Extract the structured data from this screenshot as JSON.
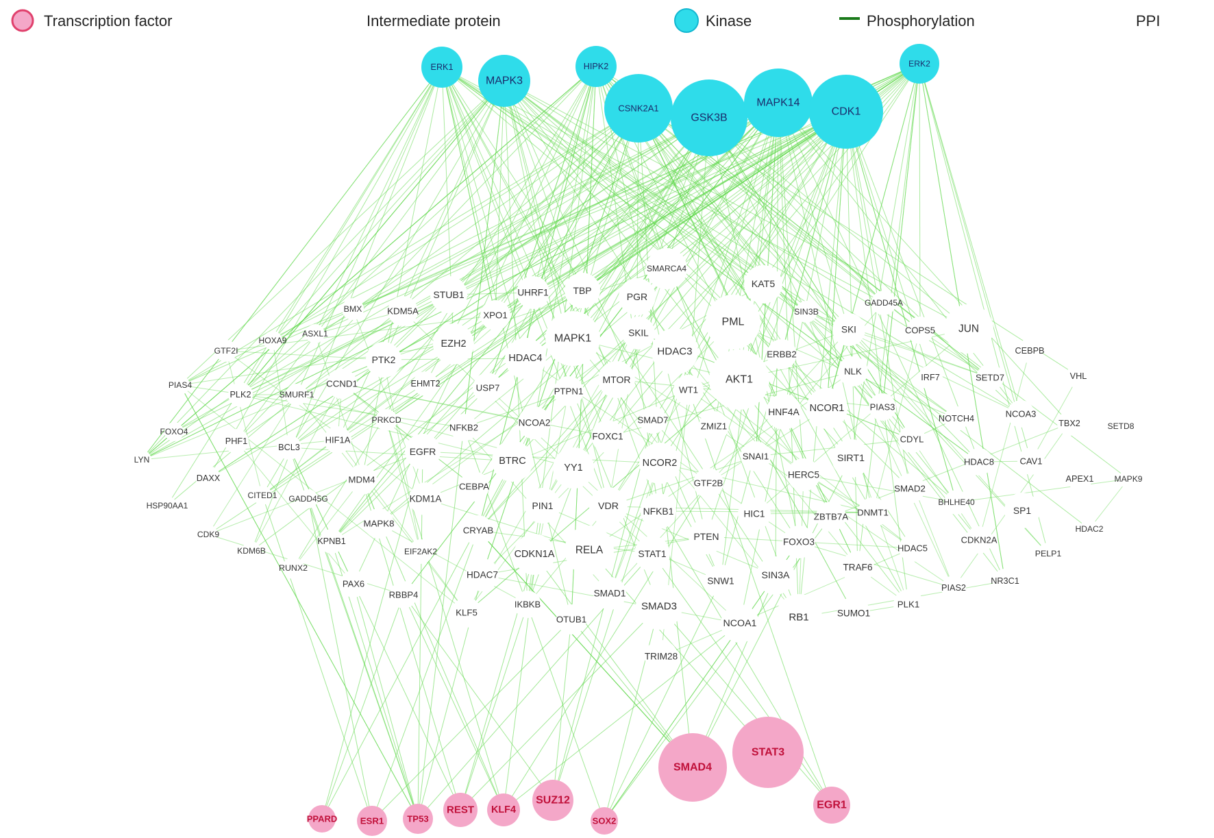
{
  "legend": {
    "transcription_factor": "Transcription factor",
    "intermediate_protein": "Intermediate protein",
    "kinase": "Kinase",
    "phosphorylation": "Phosphorylation",
    "ppi": "PPI"
  },
  "colors": {
    "kinase": "#2fdcea",
    "transcription_factor": "#f4a7c8",
    "tf_text": "#c0103a",
    "intermediate": "#ffffff",
    "edge": "#62d84e",
    "phosphorylation_line": "#1a7a1a"
  },
  "nodes": {
    "kinases": [
      "ERK1",
      "MAPK3",
      "HIPK2",
      "CSNK2A1",
      "GSK3B",
      "MAPK14",
      "CDK1",
      "ERK2"
    ],
    "transcription_factors": [
      "PPARD",
      "ESR1",
      "TP53",
      "REST",
      "KLF4",
      "SUZ12",
      "SOX2",
      "SMAD4",
      "STAT3",
      "EGR1"
    ],
    "intermediates": [
      "SMARCA4",
      "STUB1",
      "UHRF1",
      "TBP",
      "PGR",
      "KAT5",
      "GADD45A",
      "BMX",
      "KDM5A",
      "XPO1",
      "MAPK1",
      "SKIL",
      "PML",
      "SIN3B",
      "SKI",
      "COPS5",
      "JUN",
      "GTF2I",
      "HOXA9",
      "ASXL1",
      "PTK2",
      "EZH2",
      "HDAC4",
      "HDAC3",
      "ERBB2",
      "CEBPB",
      "VHL",
      "PIAS4",
      "PLK2",
      "SMURF1",
      "CCND1",
      "EHMT2",
      "USP7",
      "PTPN1",
      "MTOR",
      "WT1",
      "AKT1",
      "NLK",
      "IRF7",
      "SETD7",
      "FOXO4",
      "PRKCD",
      "NFKB2",
      "NCOA2",
      "SMAD7",
      "ZMIZ1",
      "HNF4A",
      "NCOR1",
      "PIAS3",
      "NOTCH4",
      "NCOA3",
      "TBX2",
      "SETD8",
      "LYN",
      "PHF1",
      "BCL3",
      "HIF1A",
      "EGFR",
      "FOXC1",
      "CDYL",
      "DAXX",
      "MDM4",
      "BTRC",
      "YY1",
      "NCOR2",
      "SNAI1",
      "SIRT1",
      "HDAC8",
      "CAV1",
      "APEX1",
      "MAPK9",
      "HSP90AA1",
      "CITED1",
      "GADD45G",
      "KDM1A",
      "CEBPA",
      "GTF2B",
      "HERC5",
      "SMAD2",
      "BHLHE40",
      "PIN1",
      "VDR",
      "NFKB1",
      "HIC1",
      "ZBTB7A",
      "DNMT1",
      "SP1",
      "CDK9",
      "MAPK8",
      "CRYAB",
      "PTEN",
      "FOXO3",
      "CDKN2A",
      "HDAC2",
      "KDM6B",
      "KPNB1",
      "EIF2AK2",
      "CDKN1A",
      "RELA",
      "STAT1",
      "TRAF6",
      "HDAC5",
      "PELP1",
      "RUNX2",
      "PAX6",
      "HDAC7",
      "SNW1",
      "SIN3A",
      "NR3C1",
      "RBBP4",
      "SMAD1",
      "PIAS2",
      "IKBKB",
      "SMAD3",
      "KLF5",
      "OTUB1",
      "NCOA1",
      "RB1",
      "SUMO1",
      "PLK1",
      "TRIM28"
    ]
  }
}
